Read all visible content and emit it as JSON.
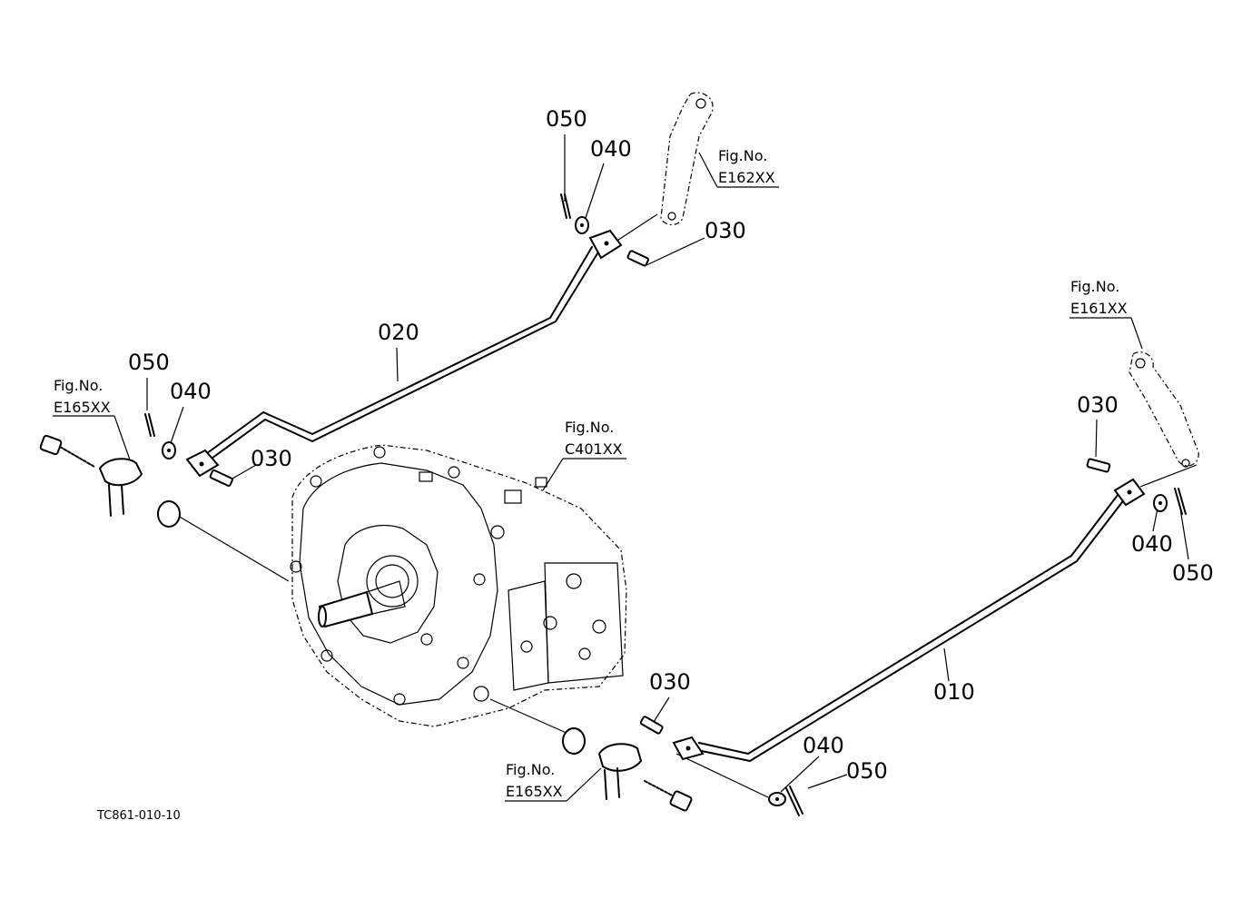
{
  "parts": {
    "rod_010": "010",
    "rod_020": "020",
    "pin_030_top": "030",
    "pin_030_left": "030",
    "pin_030_right": "030",
    "pin_030_bottom": "030",
    "washer_040_top": "040",
    "washer_040_left": "040",
    "washer_040_right": "040",
    "washer_040_bottom": "040",
    "cotter_050_top": "050",
    "cotter_050_left": "050",
    "cotter_050_right": "050",
    "cotter_050_bottom": "050"
  },
  "references": {
    "e162": {
      "title": "Fig.No.",
      "code": "E162XX"
    },
    "e161": {
      "title": "Fig.No.",
      "code": "E161XX"
    },
    "e165_left": {
      "title": "Fig.No.",
      "code": "E165XX"
    },
    "e165_bottom": {
      "title": "Fig.No.",
      "code": "E165XX"
    },
    "c401": {
      "title": "Fig.No.",
      "code": "C401XX"
    }
  },
  "drawing_code": "TC861-010-10"
}
